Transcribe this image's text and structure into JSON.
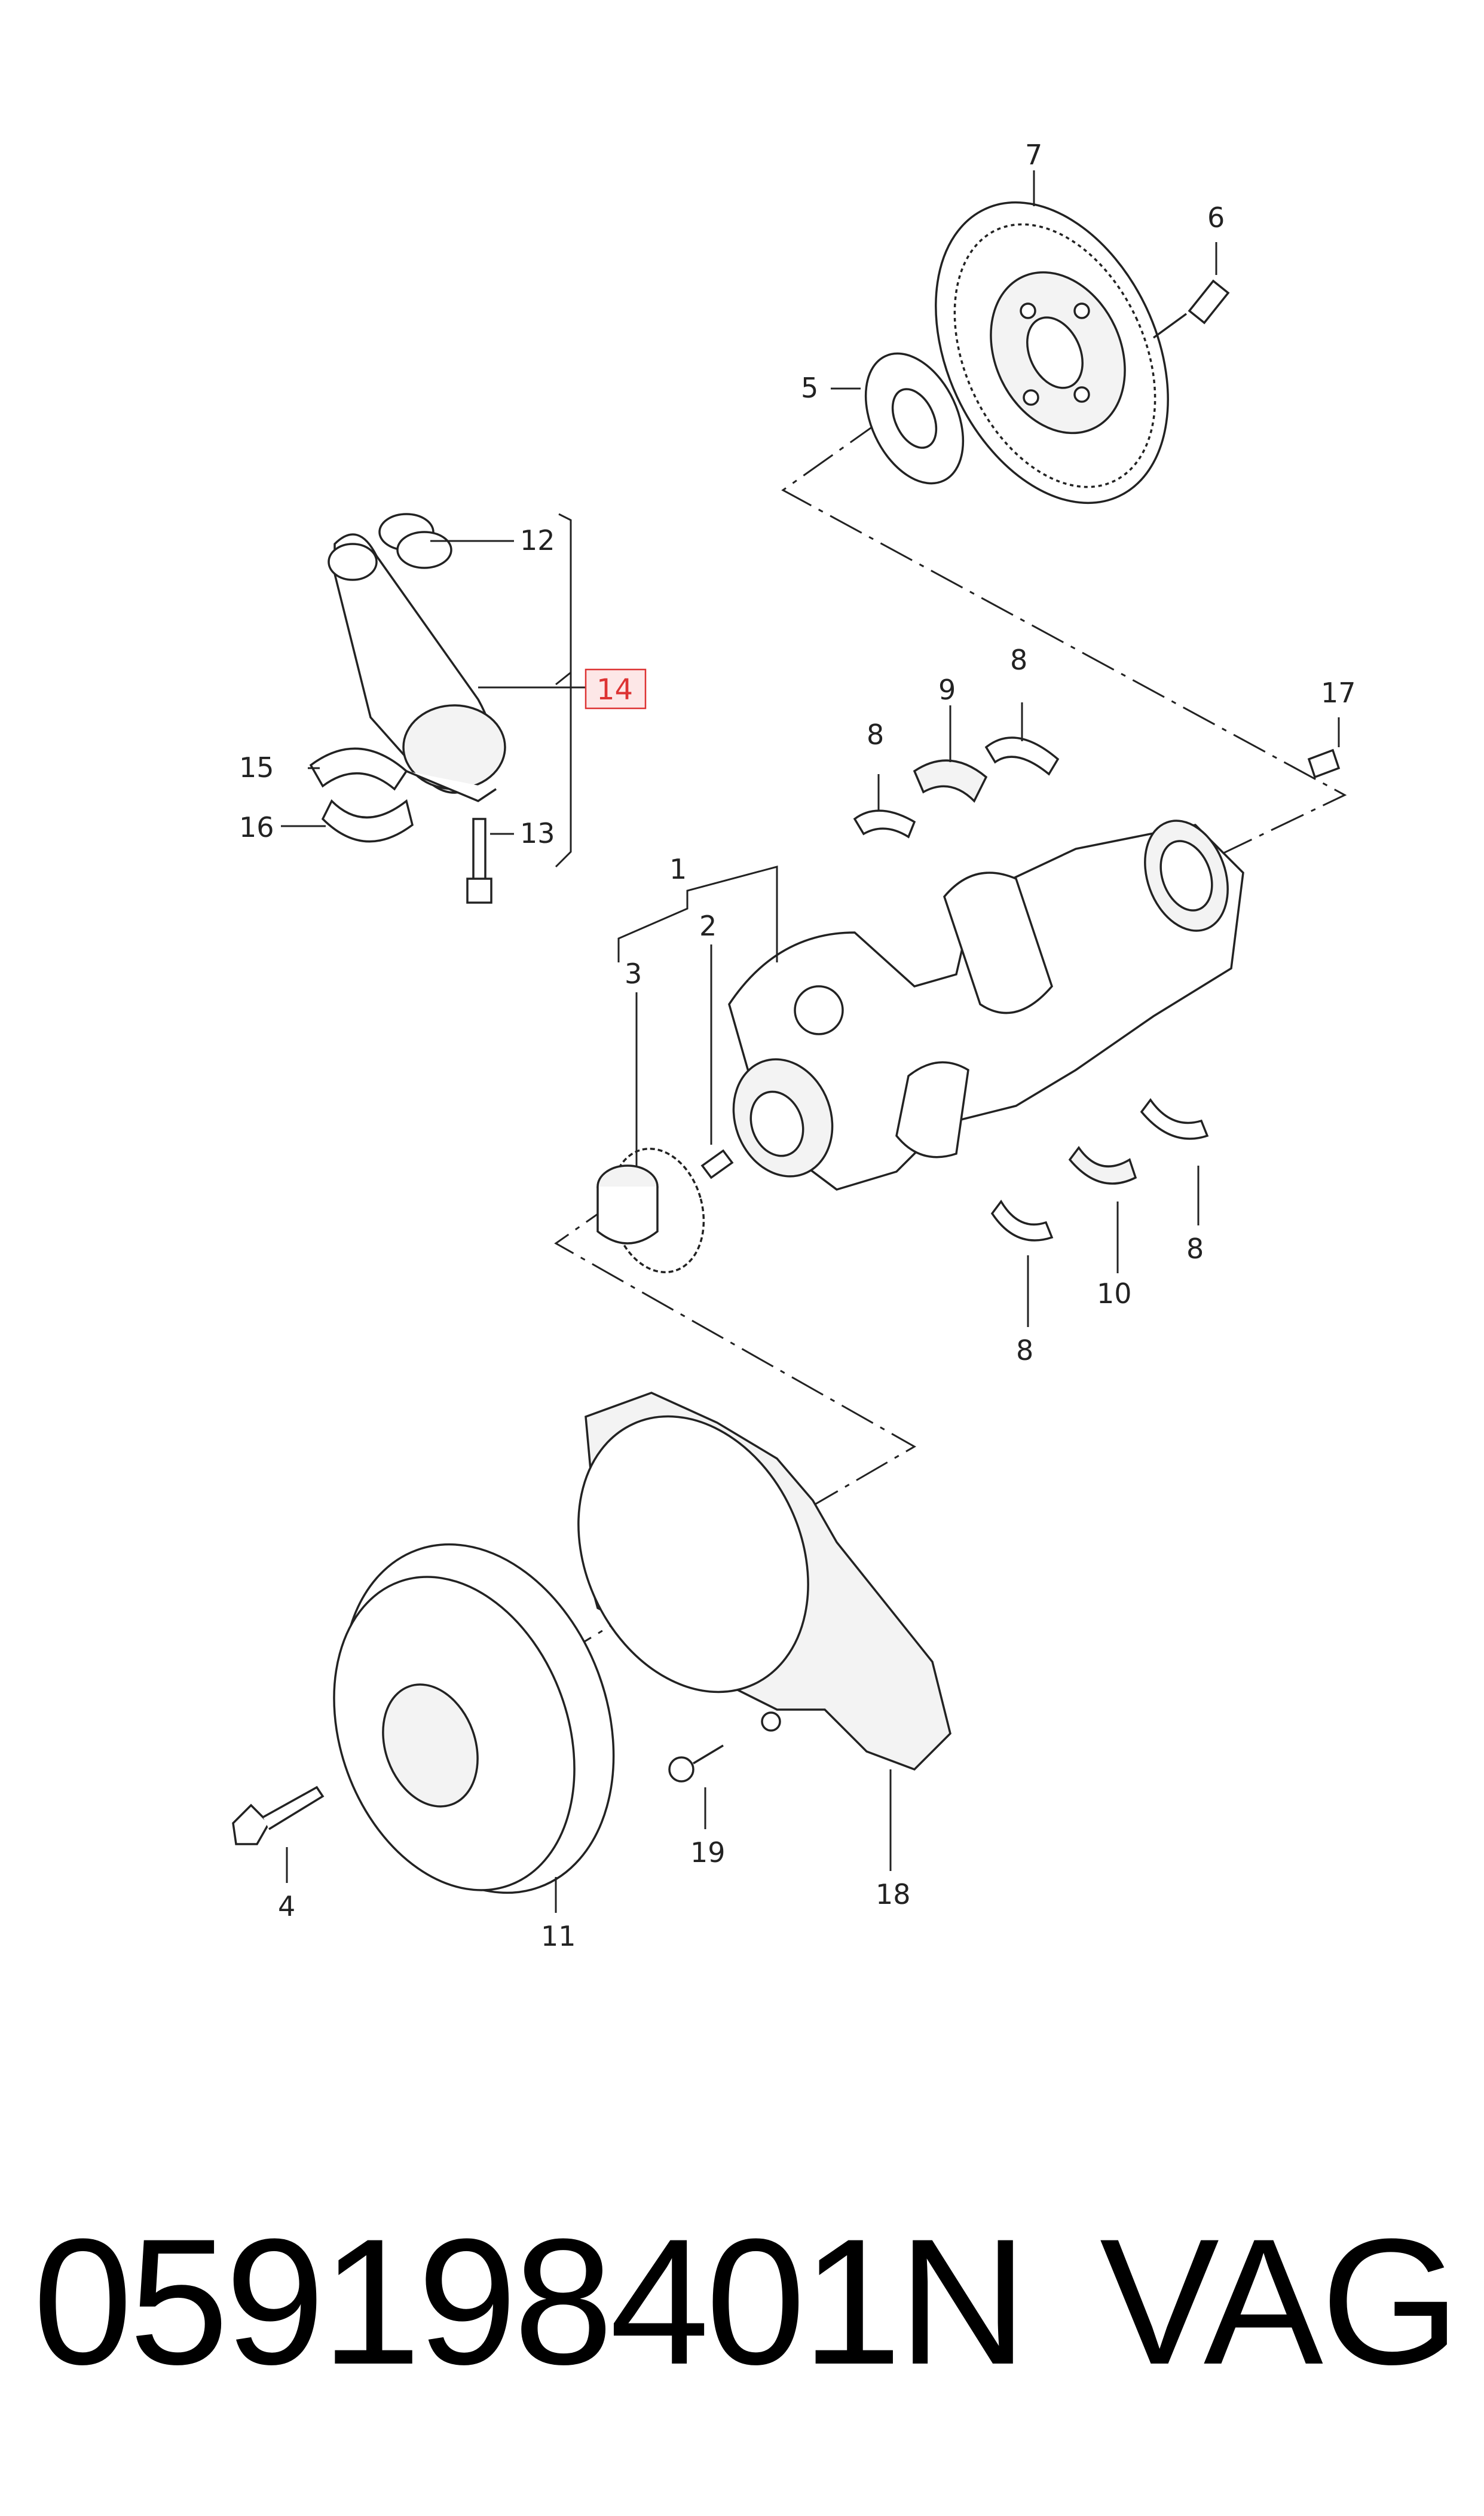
{
  "diagram": {
    "callouts": {
      "c1": "1",
      "c2": "2",
      "c3": "3",
      "c4": "4",
      "c5": "5",
      "c6": "6",
      "c7": "7",
      "c8a": "8",
      "c8b": "8",
      "c8c": "8",
      "c8d": "8",
      "c9": "9",
      "c10": "10",
      "c11": "11",
      "c12": "12",
      "c13": "13",
      "c14": "14",
      "c15": "15",
      "c16": "16",
      "c17": "17",
      "c18": "18",
      "c19": "19"
    },
    "highlighted_callout": "14",
    "highlight_color": "#d33333"
  },
  "footer": {
    "part_number": "059198401N",
    "brand": "VAG"
  }
}
